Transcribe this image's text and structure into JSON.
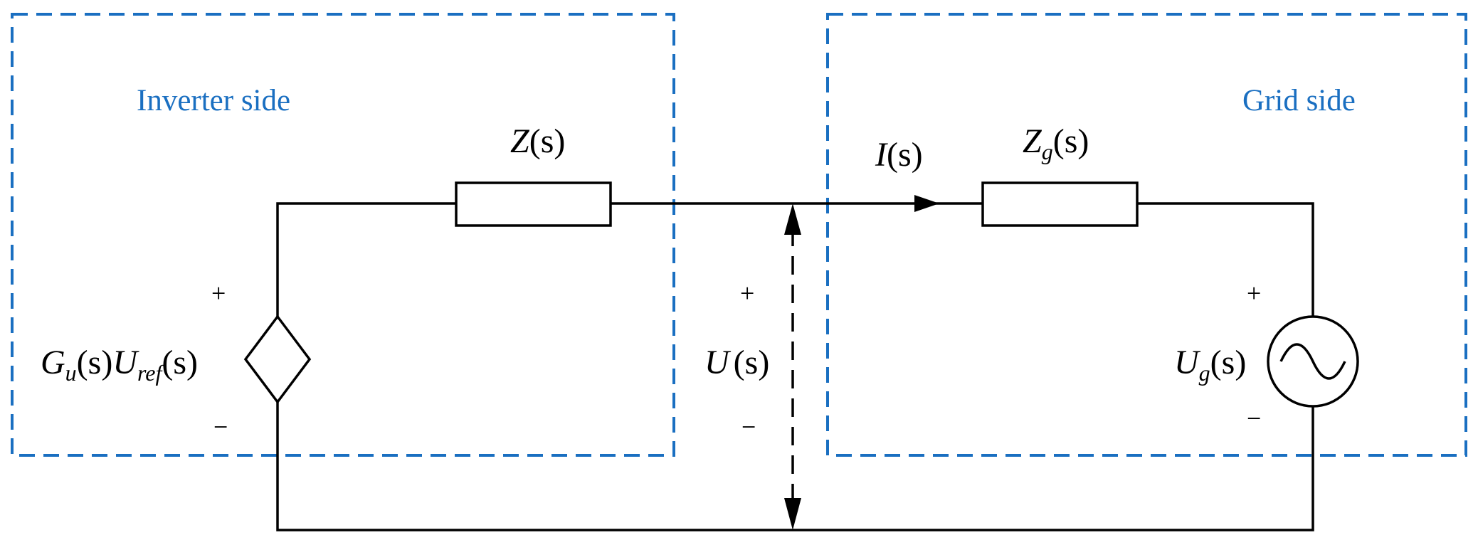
{
  "colors": {
    "boundary": "#1a6fc1",
    "wire": "#000000",
    "background": "#ffffff"
  },
  "regions": {
    "inverter": {
      "label": "Inverter side"
    },
    "grid": {
      "label": "Grid side"
    }
  },
  "components": {
    "inverter_impedance": {
      "label_main": "Z",
      "label_sub": "",
      "label_arg": "(s)"
    },
    "grid_impedance": {
      "label_main": "Z",
      "label_sub": "g",
      "label_arg": "(s)"
    },
    "current": {
      "label_main": "I",
      "label_arg": "(s)"
    },
    "pcc_voltage": {
      "label_main": "U",
      "label_arg": "(s)",
      "plus": "+",
      "minus": "−"
    },
    "dependent_source": {
      "label_g": "G",
      "label_g_sub": "u",
      "label_g_arg": "(s)",
      "label_u": "U",
      "label_u_sub": "ref",
      "label_u_arg": "(s)",
      "plus": "+",
      "minus": "−",
      "icon": "dependent-voltage-source-icon"
    },
    "grid_source": {
      "label_main": "U",
      "label_sub": "g",
      "label_arg": "(s)",
      "plus": "+",
      "minus": "−",
      "icon": "ac-voltage-source-icon"
    }
  }
}
